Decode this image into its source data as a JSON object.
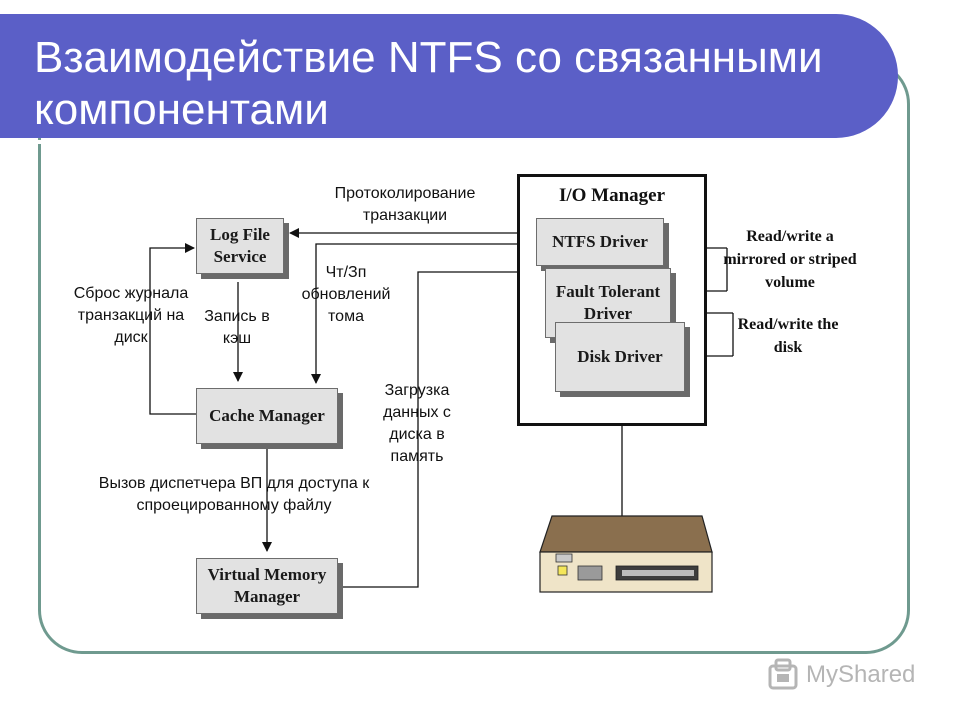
{
  "slide": {
    "title": "Взаимодействие NTFS со связанными компонентами"
  },
  "components": {
    "log_file_service": "Log File Service",
    "cache_manager": "Cache Manager",
    "virtual_memory_manager": "Virtual Memory Manager",
    "io_manager": "I/O Manager",
    "ntfs_driver": "NTFS Driver",
    "fault_tolerant_driver": "Fault Tolerant Driver",
    "disk_driver": "Disk Driver"
  },
  "labels": {
    "transaction_logging": "Протоколирование транзакции",
    "volume_update_rw": "Чт/Зп обновлений тома",
    "flush_log": "Сброс журнала транзакций на диск",
    "cache_write": "Запись в кэш",
    "load_data": "Загрузка данных с диска в память",
    "vm_call": "Вызов диспетчера ВП для доступа к спроецированному файлу",
    "read_write_mirrored": "Read/write a mirrored or striped volume",
    "read_write_disk": "Read/write the disk"
  },
  "logo": {
    "text": "MyShared"
  }
}
